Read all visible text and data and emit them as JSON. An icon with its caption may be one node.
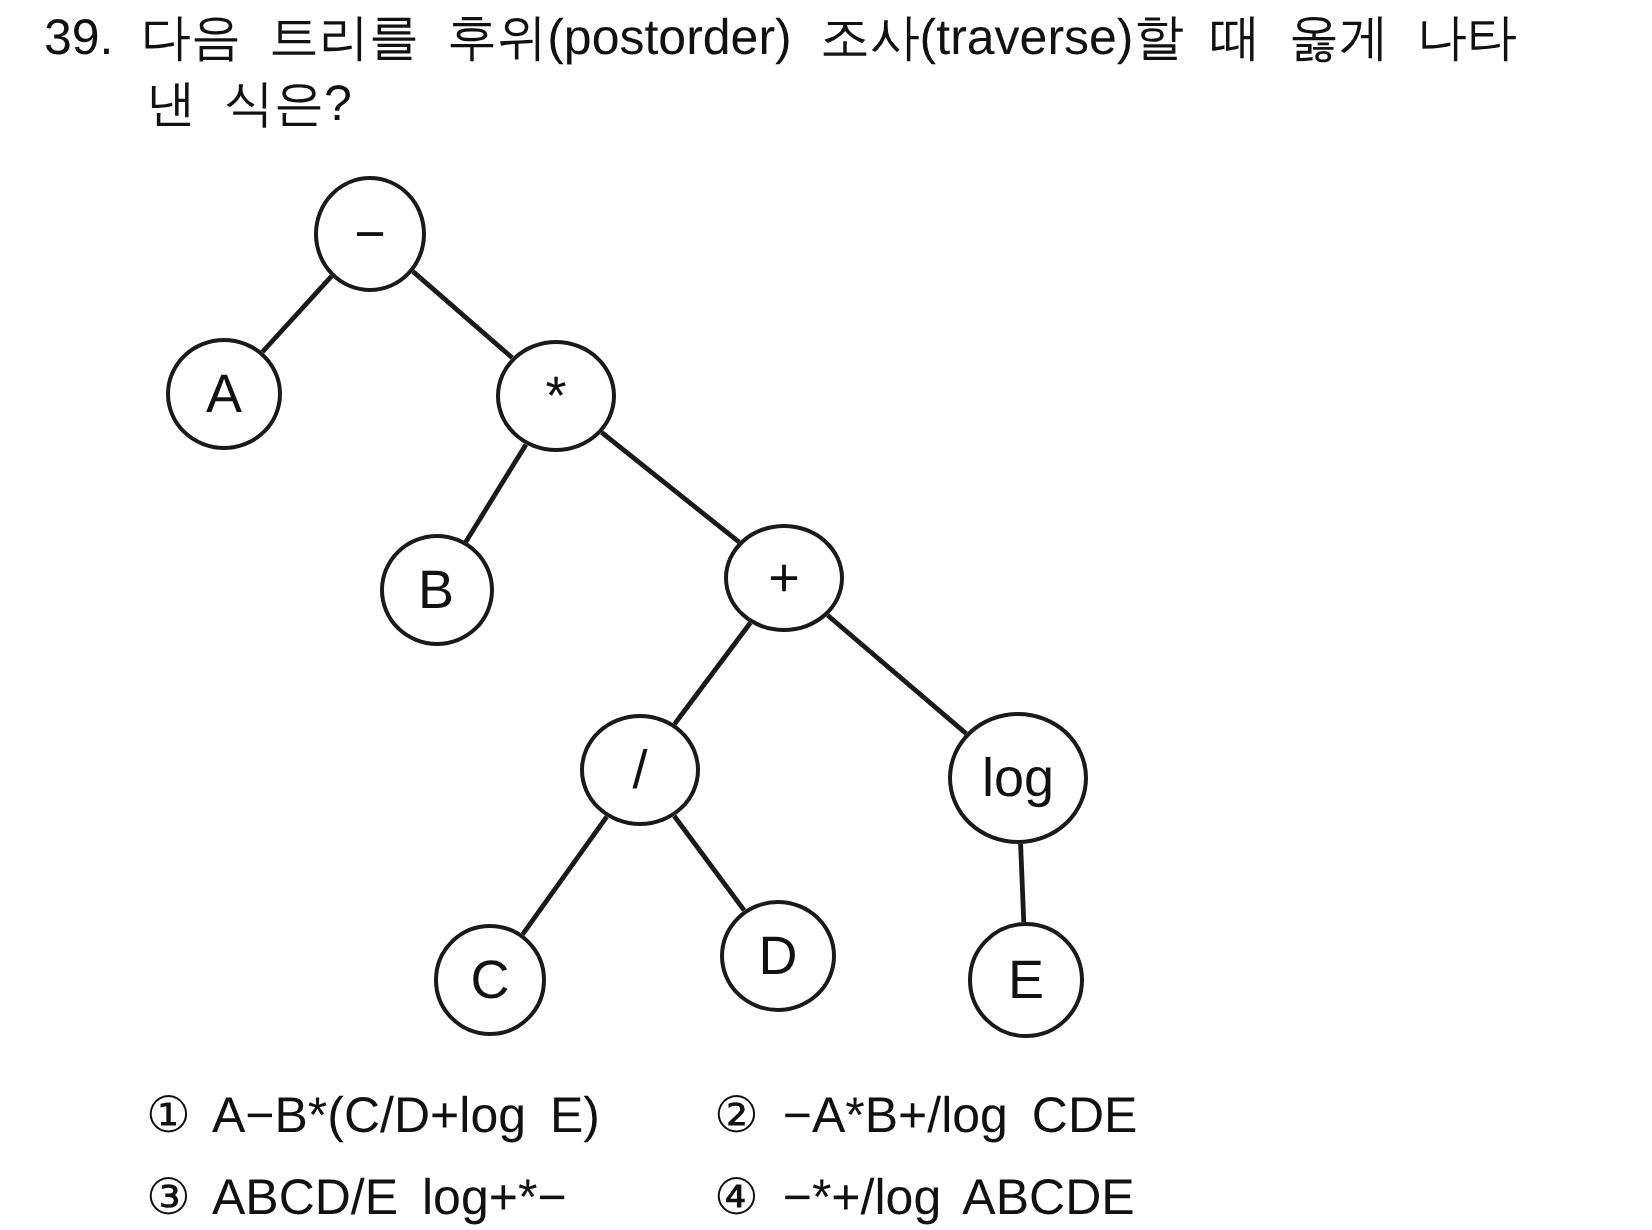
{
  "diagram": {
    "title": "39. 다음 트리를 후위(postorder) 조사(traverse)할 때 옳게 나타낸 식은?",
    "nodes": [
      {
        "text": [
          "−"
        ]
      },
      {
        "text": [
          "A"
        ]
      },
      {
        "text": [
          "*"
        ]
      },
      {
        "text": [
          "B"
        ]
      },
      {
        "text": [
          "+"
        ]
      },
      {
        "text": [
          "/"
        ]
      },
      {
        "text": [
          "log"
        ]
      },
      {
        "text": [
          "C"
        ]
      },
      {
        "text": [
          "D"
        ]
      },
      {
        "text": [
          "E"
        ]
      }
    ],
    "edges": [
      {
        "from": 0,
        "to": 1,
        "arrow": "none"
      },
      {
        "from": 0,
        "to": 2,
        "arrow": "none"
      },
      {
        "from": 2,
        "to": 3,
        "arrow": "none"
      },
      {
        "from": 2,
        "to": 4,
        "arrow": "none"
      },
      {
        "from": 4,
        "to": 5,
        "arrow": "none"
      },
      {
        "from": 4,
        "to": 6,
        "arrow": "none"
      },
      {
        "from": 5,
        "to": 7,
        "arrow": "none"
      },
      {
        "from": 5,
        "to": 8,
        "arrow": "none"
      },
      {
        "from": 6,
        "to": 9,
        "arrow": "none"
      }
    ],
    "labels": [
      "① A−B*(C/D+log E)",
      "② −A*B+/log CDE",
      "③ ABCD/E log+*−",
      "④ −*+/log ABCDE"
    ]
  }
}
